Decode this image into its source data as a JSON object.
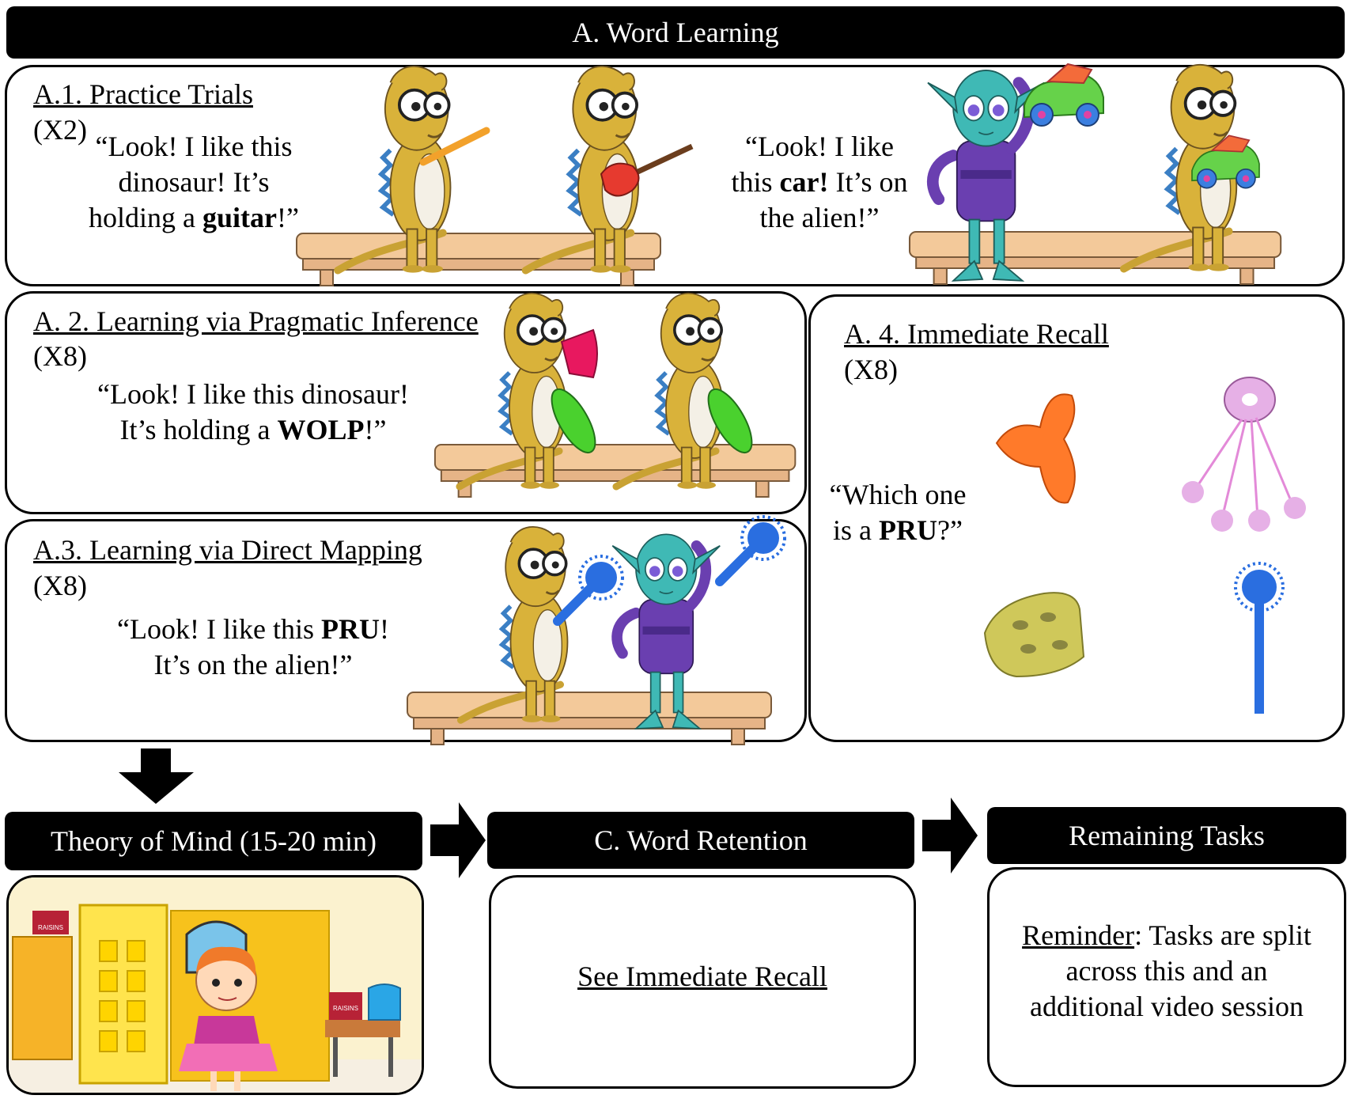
{
  "header": {
    "title": "A. Word Learning"
  },
  "a1": {
    "title": "A.1. Practice Trials",
    "reps": "(X2)",
    "quote1": {
      "l1": "“Look! I like this",
      "l2": "dinosaur! It’s",
      "l3a": "holding a ",
      "l3b": "guitar",
      "l3c": "!”"
    },
    "quote2": {
      "l1": "“Look! I like",
      "l2a": "this ",
      "l2b": "car!",
      "l2c": " It’s on",
      "l3": "the alien!”"
    }
  },
  "a2": {
    "title": "A. 2. Learning via Pragmatic Inference",
    "reps": "(X8)",
    "l1": "“Look! I like this dinosaur!",
    "l2a": "It’s holding a ",
    "l2b": "WOLP",
    "l2c": "!”"
  },
  "a3": {
    "title": "A.3. Learning via Direct Mapping",
    "reps": "(X8)",
    "l1a": "“Look! I like this ",
    "l1b": "PRU",
    "l1c": "!",
    "l2": "It’s on the alien!”"
  },
  "a4": {
    "title": "A. 4. Immediate Recall",
    "reps": "(X8)",
    "l1": "“Which one",
    "l2a": "is a ",
    "l2b": "PRU",
    "l2c": "?”"
  },
  "tom": {
    "title": "Theory of Mind (15-20 min)",
    "box_label": "RAISINS"
  },
  "retention": {
    "title": "C. Word Retention",
    "body": "See Immediate Recall"
  },
  "remaining": {
    "title": "Remaining Tasks",
    "l1a": "Reminder",
    "l1b": ": Tasks are split",
    "l2": "across this and an",
    "l3": "additional video session"
  },
  "colors": {
    "bar": "#000000",
    "dino": "#d9b23a",
    "alien": "#3fb9b5",
    "suit": "#6a3fb0",
    "table": "#f3c99a"
  }
}
